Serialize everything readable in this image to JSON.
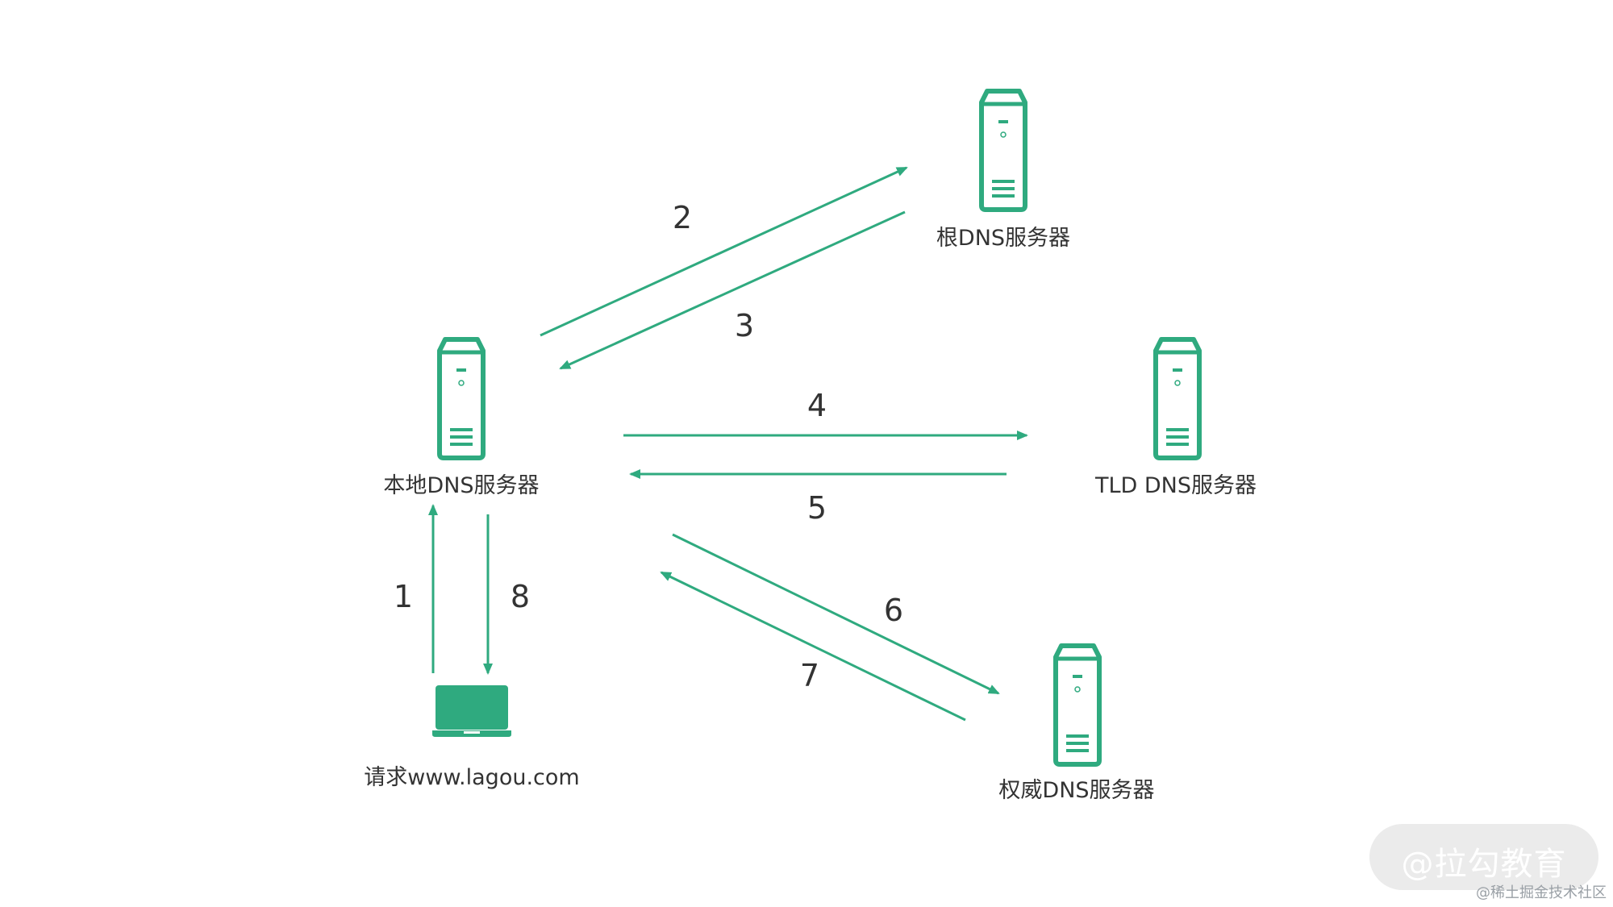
{
  "nodes": {
    "root": {
      "label": "根DNS服务器",
      "icon": "server-icon"
    },
    "local": {
      "label": "本地DNS服务器",
      "icon": "server-icon"
    },
    "tld": {
      "label": "TLD DNS服务器",
      "icon": "server-icon"
    },
    "authoritative": {
      "label": "权威DNS服务器",
      "icon": "server-icon"
    },
    "client": {
      "label": "请求www.lagou.com",
      "icon": "laptop-icon"
    }
  },
  "steps": [
    "1",
    "2",
    "3",
    "4",
    "5",
    "6",
    "7",
    "8"
  ],
  "watermark": {
    "badge": "@拉勾教育",
    "site": "@稀土掘金技术社区"
  },
  "colors": {
    "accent": "#2faa7f",
    "text": "#333333"
  }
}
